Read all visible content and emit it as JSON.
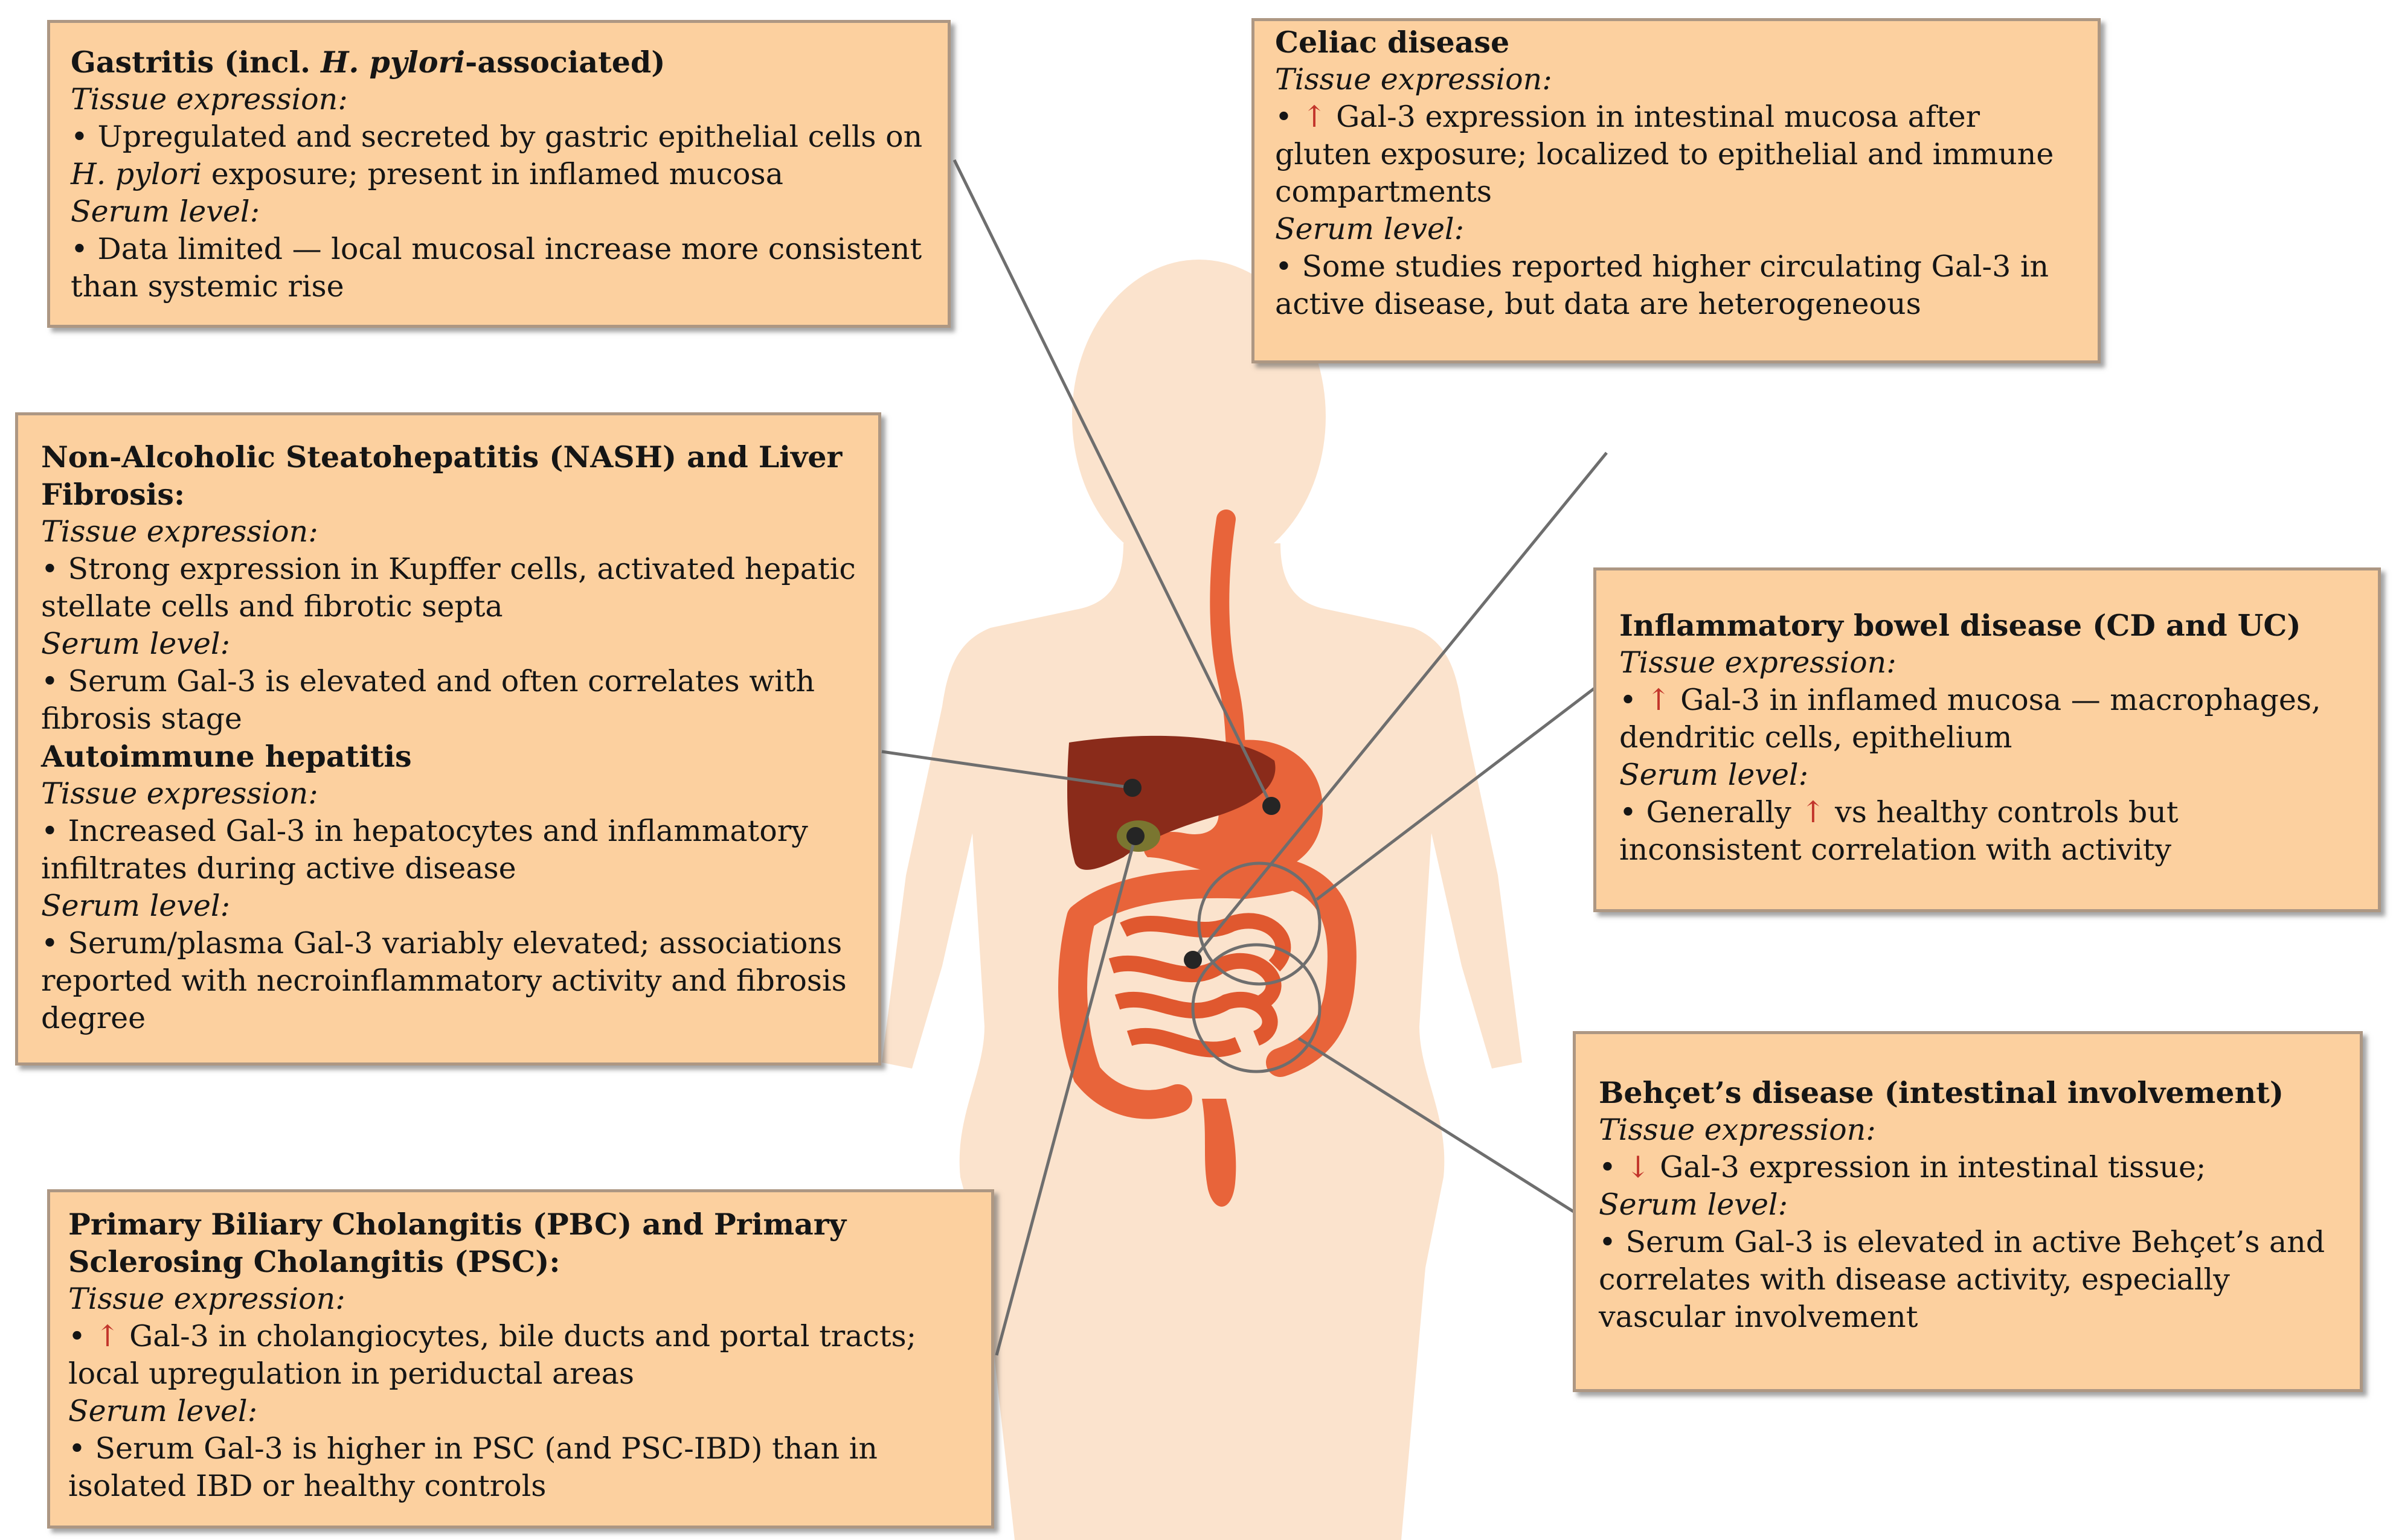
{
  "colors": {
    "box_fill": "#fcd09f",
    "box_border": "#ad9783",
    "body_silhouette": "#fbe3cd",
    "organ_orange": "#e8643a",
    "liver_brown": "#8a2b1a",
    "gallbladder": "#7a7630",
    "arrow_red": "#c2352b",
    "leader_line": "#6e6e6e"
  },
  "boxes": {
    "gastritis": {
      "title": {
        "pre": "Gastritis (incl. ",
        "em": "H. pylori",
        "post": "-associated)"
      },
      "tissue_label": "Tissue expression:",
      "tissue": {
        "pre": "• Upregulated and secreted by gastric epithelial cells on ",
        "em": "H. pylori",
        "post": " exposure; present in inflamed mucosa"
      },
      "serum_label": "Serum level:",
      "serum": "• Data limited — local mucosal increase more consistent than systemic rise"
    },
    "celiac": {
      "title": "Celiac disease",
      "tissue_label": "Tissue expression:",
      "tissue": {
        "bullet": "• ",
        "arrow": "↑",
        "text": " Gal-3 expression in intestinal mucosa after gluten exposure; localized to epithelial and immune compartments"
      },
      "serum_label": "Serum level:",
      "serum": "• Some studies reported higher circulating Gal-3 in active disease, but data are heterogeneous"
    },
    "nash": {
      "title": "Non-Alcoholic Steatohepatitis (NASH) and Liver Fibrosis:",
      "tissue_label": "Tissue expression:",
      "tissue": "• Strong expression in Kupffer cells, activated hepatic stellate cells and fibrotic septa",
      "serum_label": "Serum level:",
      "serum": "• Serum Gal-3 is elevated and often correlates with fibrosis stage",
      "title2": "Autoimmune hepatitis",
      "tissue_label2": "Tissue expression:",
      "tissue2": "• Increased Gal-3 in hepatocytes and inflammatory infiltrates during active disease",
      "serum_label2": "Serum level:",
      "serum2": "• Serum/plasma Gal-3  variably elevated; associations reported with necroinflammatory activity  and fibrosis degree"
    },
    "ibd": {
      "title": "Inflammatory bowel disease (CD and UC)",
      "tissue_label": "Tissue expression:",
      "tissue": {
        "bullet": "• ",
        "arrow": "↑",
        "text": " Gal-3 in inflamed mucosa — macrophages, dendritic cells, epithelium"
      },
      "serum_label": "Serum level:",
      "serum": {
        "pre": "• Generally ",
        "arrow": "↑",
        "post": " vs healthy controls but inconsistent correlation with activity"
      }
    },
    "behcet": {
      "title": "Behçet’s disease (intestinal involvement)",
      "tissue_label": "Tissue expression:",
      "tissue": {
        "bullet": "• ",
        "arrow": "↓",
        "text": " Gal-3 expression in intestinal tissue;"
      },
      "serum_label": "Serum level:",
      "serum": "• Serum Gal-3 is elevated in active Behçet’s and correlates with disease activity,  especially vascular involvement"
    },
    "pbc": {
      "title": "Primary Biliary Cholangitis (PBC) and Primary Sclerosing Cholangitis (PSC):",
      "tissue_label": "Tissue expression:",
      "tissue": {
        "bullet": "• ",
        "arrow": "↑",
        "text": " Gal-3 in cholangiocytes, bile ducts and portal tracts; local upregulation in periductal areas"
      },
      "serum_label": "Serum level:",
      "serum": "• Serum Gal-3 is higher in PSC (and PSC-IBD) than in isolated IBD or healthy controls"
    }
  }
}
